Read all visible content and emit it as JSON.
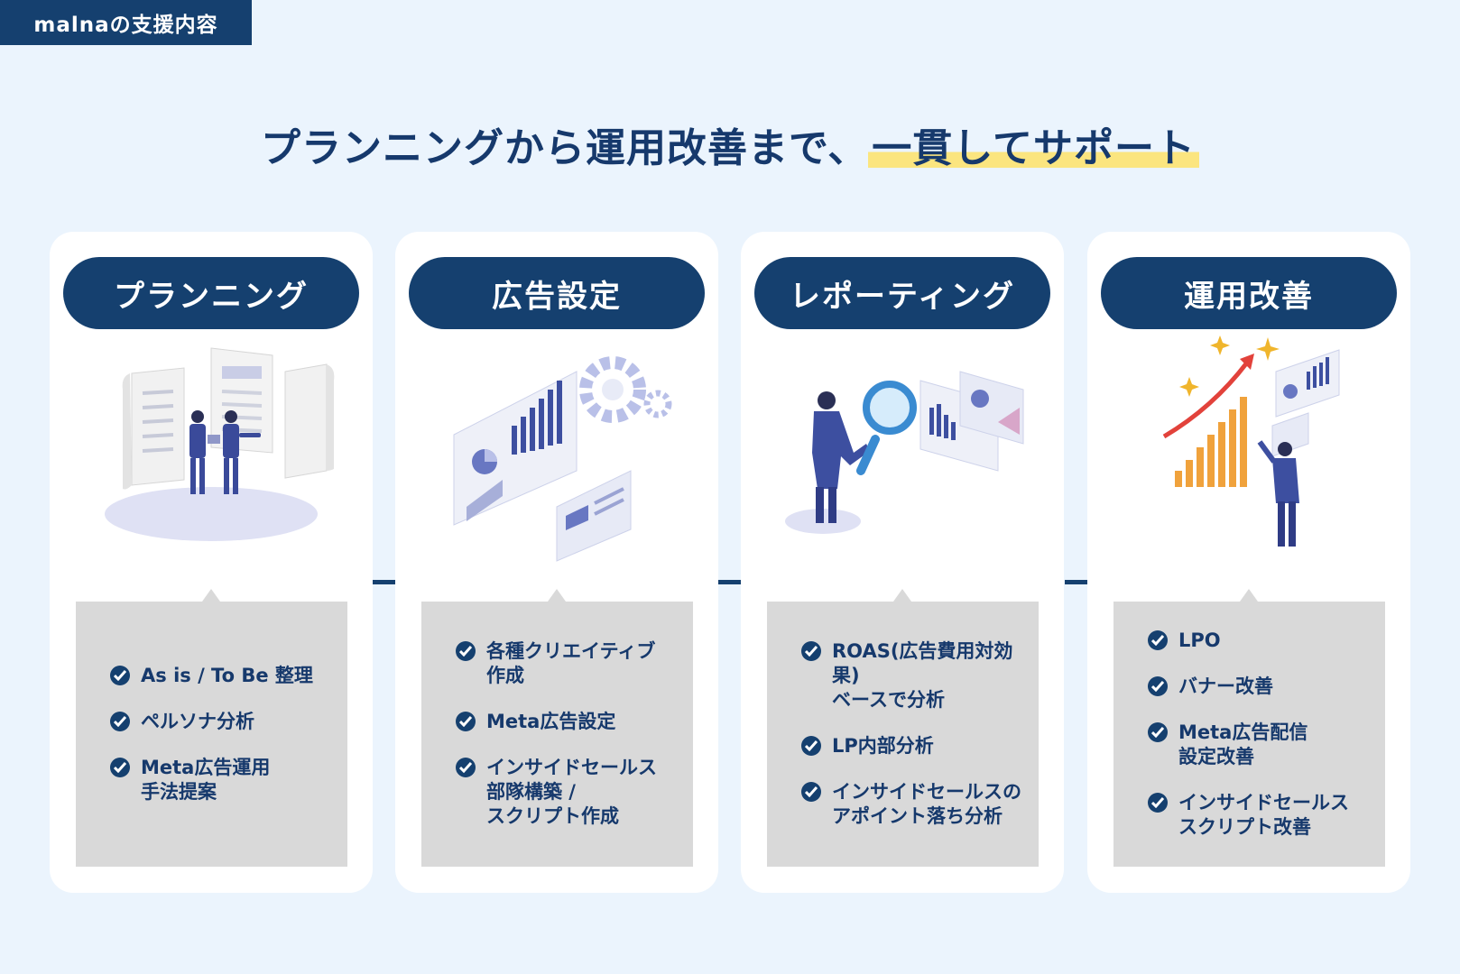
{
  "tag": "malnaの支援内容",
  "headline": {
    "prefix": "プランニングから運用改善まで、",
    "highlight": "一貫してサポート"
  },
  "colors": {
    "navy": "#15406f",
    "background": "#ebf4fd",
    "highlight": "#fbe57f",
    "box": "#d9d9d9"
  },
  "steps": [
    {
      "title": "プランニング",
      "icon": "planning-meeting-illustration",
      "items": [
        "As is / To Be 整理",
        "ペルソナ分析",
        "Meta広告運用\n手法提案"
      ]
    },
    {
      "title": "広告設定",
      "icon": "ad-settings-dashboard-illustration",
      "items": [
        "各種クリエイティブ\n作成",
        "Meta広告設定",
        "インサイドセールス\n部隊構築 /\nスクリプト作成"
      ]
    },
    {
      "title": "レポーティング",
      "icon": "reporting-magnifier-illustration",
      "items": [
        "ROAS(広告費用対効果)\nベースで分析",
        "LP内部分析",
        "インサイドセールスの\nアポイント落ち分析"
      ]
    },
    {
      "title": "運用改善",
      "icon": "growth-chart-illustration",
      "items": [
        "LPO",
        "バナー改善",
        "Meta広告配信\n設定改善",
        "インサイドセールス\nスクリプト改善"
      ]
    }
  ]
}
